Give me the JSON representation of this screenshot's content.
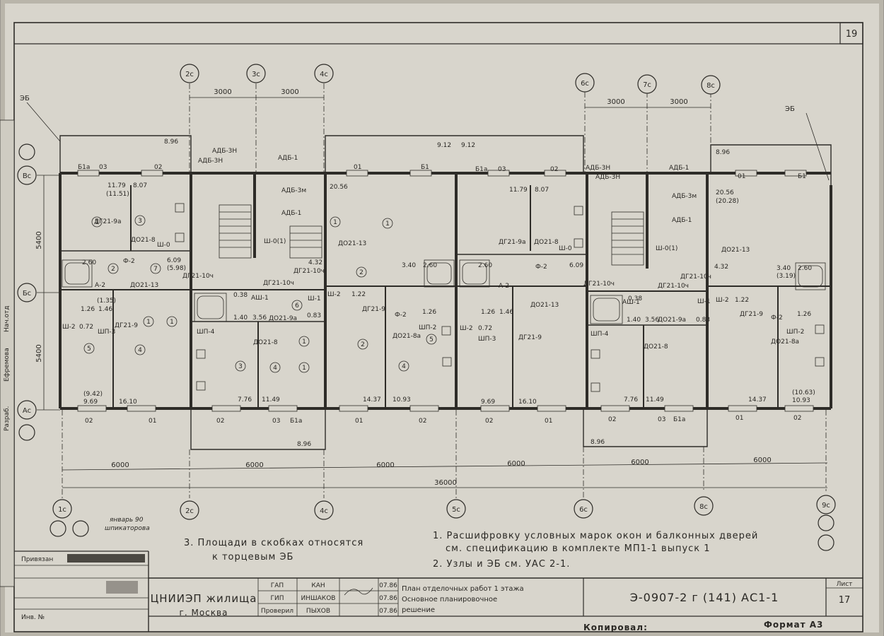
{
  "sheet_number": "19",
  "axes_top": [
    "2c",
    "3c",
    "4c",
    "6c",
    "7c",
    "8c"
  ],
  "axes_bottom": [
    "1c",
    "2c",
    "4c",
    "5c",
    "6c",
    "8c",
    "9c"
  ],
  "axes_left": [
    "Вс",
    "Бс",
    "Ас"
  ],
  "dims_top": [
    "3000",
    "3000",
    "3000",
    "3000"
  ],
  "dims_bottom": [
    "6000",
    "6000",
    "6000",
    "6000",
    "6000",
    "6000"
  ],
  "dim_total": "36000",
  "dims_left": [
    "5400",
    "5400"
  ],
  "eb_labels": [
    "ЭБ",
    "ЭБ"
  ],
  "labels": {
    "b1": "Б1",
    "b1a": "Б1а",
    "o1": "01",
    "o2": "02",
    "o3": "03",
    "adb3n": "АДБ-3Н",
    "adb1": "АДБ-1",
    "adb3m": "АДБ-3м",
    "sh0": "Ш-0",
    "sh01": "Ш-0(1)",
    "f2": "Ф-2",
    "a2": "А-2",
    "dg21_9a": "ДГ21-9а",
    "dg21_9": "ДГ21-9",
    "dg21_10ch": "ДГ21-10ч",
    "do21_8": "ДО21-8",
    "do21_9a": "ДО21-9а",
    "do21_13": "ДО21-13",
    "do21_8a": "ДО21-8а",
    "ash1": "АШ-1",
    "shp2": "ШП-2",
    "shp3": "ШП-3",
    "shp4": "ШП-4",
    "sh2": "Ш-2",
    "sh1": "Ш-1"
  },
  "areas": {
    "a896": "8.96",
    "a912": "9.12",
    "a1179": "11.79",
    "a1151": "(11.51)",
    "a807": "8.07",
    "a2056": "20.56",
    "a2028": "(20.28)",
    "a609": "6.09",
    "a598": "(5.98)",
    "a432": "4.32",
    "a340": "3.40",
    "a319": "(3.19)",
    "a260": "2.60",
    "a126": "1.26",
    "a135": "(1.35)",
    "a146": "1.46",
    "a038": "0.38",
    "a356": "3.56",
    "a140": "1.40",
    "a083": "0.83",
    "a072": "0.72",
    "a122": "1.22",
    "a942": "(9.42)",
    "a969": "9.69",
    "a1610": "16.10",
    "a776": "7.76",
    "a1149": "11.49",
    "a1437": "14.37",
    "a1093": "10.93",
    "a1063": "(10.63)"
  },
  "notes": {
    "note3_line1": "3. Площади в скобках относятся",
    "note3_line2": "к торцевым ЭБ",
    "note1_line1": "1. Расшифровку условных марок окон и балконных дверей",
    "note1_line2": "см. спецификацию в комплекте МП1-1 выпуск 1",
    "note2": "2. Узлы и ЭБ см. УАС 2-1.",
    "handwritten": "январь 90",
    "signer": "шпикаторова"
  },
  "stamp": {
    "privyazan": "Привязан",
    "inv": "Инв. №",
    "org_line1": "ЦНИИЭП жилища",
    "org_line2": "г. Москва",
    "roles": [
      "ГАП",
      "ГИП",
      "Проверил"
    ],
    "role2": [
      "КАН",
      "ИНШАКОВ",
      "ПЫХОВ"
    ],
    "dates": [
      "07.86",
      "07.86",
      "07.86"
    ],
    "title_line1": "План отделочных работ 1 этажа",
    "title_line2": "Основное планировочное",
    "title_line3": "решение",
    "code": "Э-0907-2 г (141) АС1-1",
    "sheet_label": "Лист",
    "sheet_no": "17",
    "side_labels": [
      "Разраб.",
      "Ефремова",
      "Нач.отд"
    ]
  },
  "footer": {
    "kopiroval": "Копировал:",
    "format": "Формат А3"
  },
  "colors": {
    "paper": "#d8d5cc",
    "ink": "#2e2c28",
    "background": "#9c9890"
  }
}
